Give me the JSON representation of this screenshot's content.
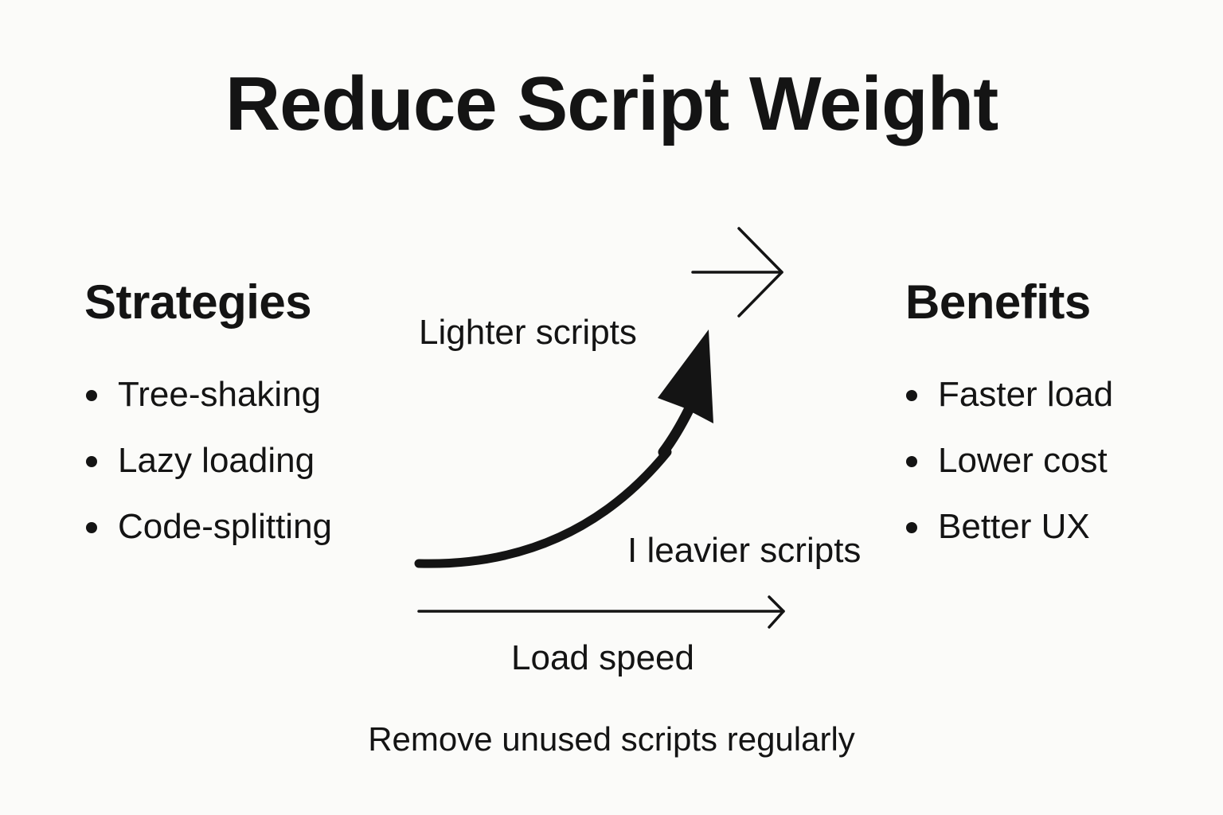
{
  "title": "Reduce Script Weight",
  "strategies": {
    "heading": "Strategies",
    "items": [
      "Tree-shaking",
      "Lazy loading",
      "Code-splitting"
    ]
  },
  "benefits": {
    "heading": "Benefits",
    "items": [
      "Faster load",
      "Lower cost",
      "Better UX"
    ]
  },
  "diagram": {
    "lighter_label": "Lighter scripts",
    "heavier_label": "I leavier scripts",
    "axis_label": "Load speed"
  },
  "footer": "Remove unused scripts regularly",
  "colors": {
    "background": "#fbfbf9",
    "ink": "#141414"
  }
}
